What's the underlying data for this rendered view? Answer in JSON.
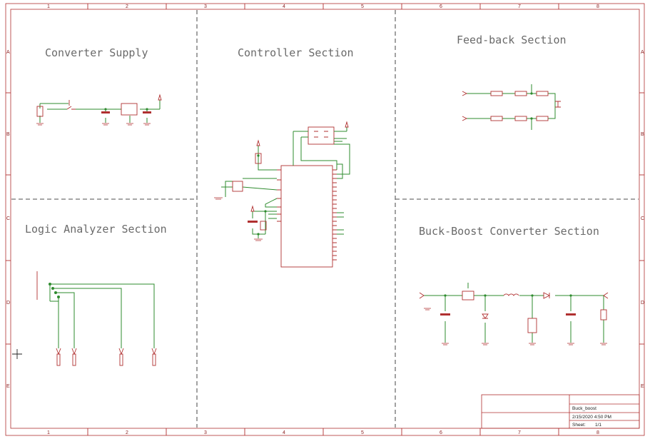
{
  "sections": {
    "converter_supply": "Converter Supply",
    "controller": "Controller Section",
    "feedback": "Feed-back Section",
    "logic_analyzer": "Logic Analyzer Section",
    "buck_boost": "Buck-Boost Converter Section"
  },
  "grid": {
    "columns": [
      "1",
      "2",
      "3",
      "4",
      "5",
      "6",
      "7",
      "8"
    ],
    "rows": [
      "A",
      "B",
      "C",
      "D",
      "E"
    ]
  },
  "title_block": {
    "name": "Buck_boost",
    "date": "2/15/2020 4:50 PM",
    "sheet_label": "Sheet:",
    "sheet_value": "1/1"
  },
  "colors": {
    "wire": "#2e8b2e",
    "component": "#b03030",
    "divider": "#707070"
  }
}
